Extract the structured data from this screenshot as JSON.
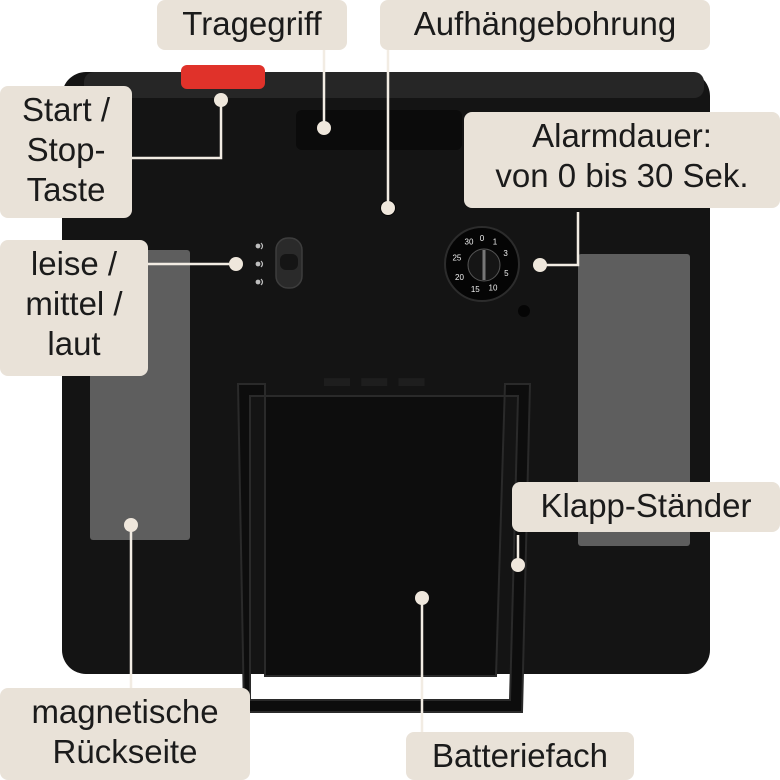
{
  "product": {
    "body_color": "#141414",
    "start_button_color": "#e0322a",
    "panel_color": "#5e5e5e",
    "dial": {
      "numbers": [
        "0",
        "1",
        "3",
        "5",
        "10",
        "15",
        "20",
        "25",
        "30"
      ]
    },
    "volume_icons": [
      "speaker-quiet-icon",
      "speaker-medium-icon",
      "speaker-loud-icon"
    ]
  },
  "callouts": {
    "carry_handle": "Tragegriff",
    "hanging_hole": "Aufhängebohrung",
    "start_stop": "Start /\nStop-\nTaste",
    "alarm_duration": "Alarmdauer:\nvon 0 bis 30 Sek.",
    "volume": "leise /\nmittel /\nlaut",
    "stand": "Klapp-Ständer",
    "magnetic_back": "magnetische\nRückseite",
    "battery": "Batteriefach"
  },
  "colors": {
    "label_background": "#e9e2d8",
    "leader_line": "#f2ece3",
    "marker_dot": "#efe7dc"
  }
}
